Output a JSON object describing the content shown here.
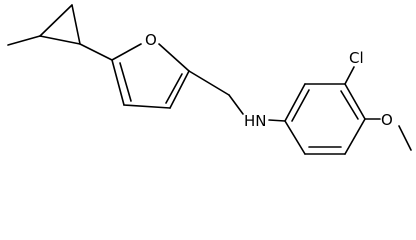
{
  "molecule": {
    "atoms": {
      "oxygen_furan": "O",
      "amine": "HN",
      "chlorine": "Cl",
      "oxygen_methoxy": "O"
    },
    "colors": {
      "bond": "#000000",
      "label": "#000000",
      "background": "#ffffff"
    }
  }
}
